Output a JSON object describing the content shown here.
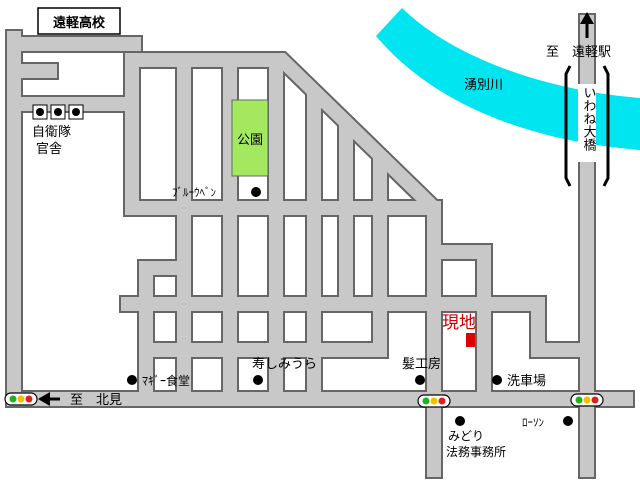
{
  "labels": {
    "school": "遠軽高校",
    "to_station": "至　遠軽駅",
    "river": "湧別川",
    "bridge": "いわね大橋",
    "sdf_line1": "自衛隊",
    "sdf_line2": "官舎",
    "park": "公園",
    "bluewave": "ﾌﾞﾙｰｳﾍﾞﾝ",
    "site": "現地",
    "maggie": "ﾏｷﾞｰ食堂",
    "kotobuki": "寿しみうら",
    "hair": "髪工房",
    "carwash": "洗車場",
    "to_kitami": "至　北見",
    "lawson": "ﾛｰｿﾝ",
    "midori_line1": "みどり",
    "midori_line2": "法務事務所"
  },
  "colors": {
    "road_fill": "#c8c8c8",
    "road_edge": "#666666",
    "river": "#00e5f0",
    "park": "#a3e85f",
    "site_marker": "#e00000",
    "site_text": "#cc0000",
    "poi": "#000000",
    "signal_red": "#e02020",
    "signal_yellow": "#f0c000",
    "signal_green": "#20b020"
  },
  "icons": {
    "north_arrow": "arrow-up-icon",
    "west_arrow": "arrow-left-icon",
    "traffic_signal": "traffic-light-icon",
    "poi_dot": "filled-circle-icon"
  }
}
